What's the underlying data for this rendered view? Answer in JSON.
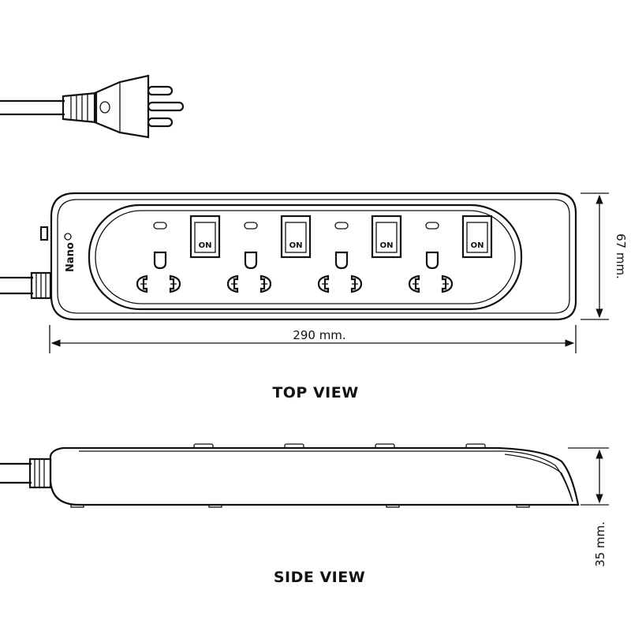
{
  "top_view": {
    "label": "TOP VIEW",
    "width_dimension": "290 mm.",
    "height_dimension": "67 mm.",
    "brand": "Nano",
    "switch_label": "ON"
  },
  "side_view": {
    "label": "SIDE VIEW",
    "height_dimension": "35 mm."
  }
}
